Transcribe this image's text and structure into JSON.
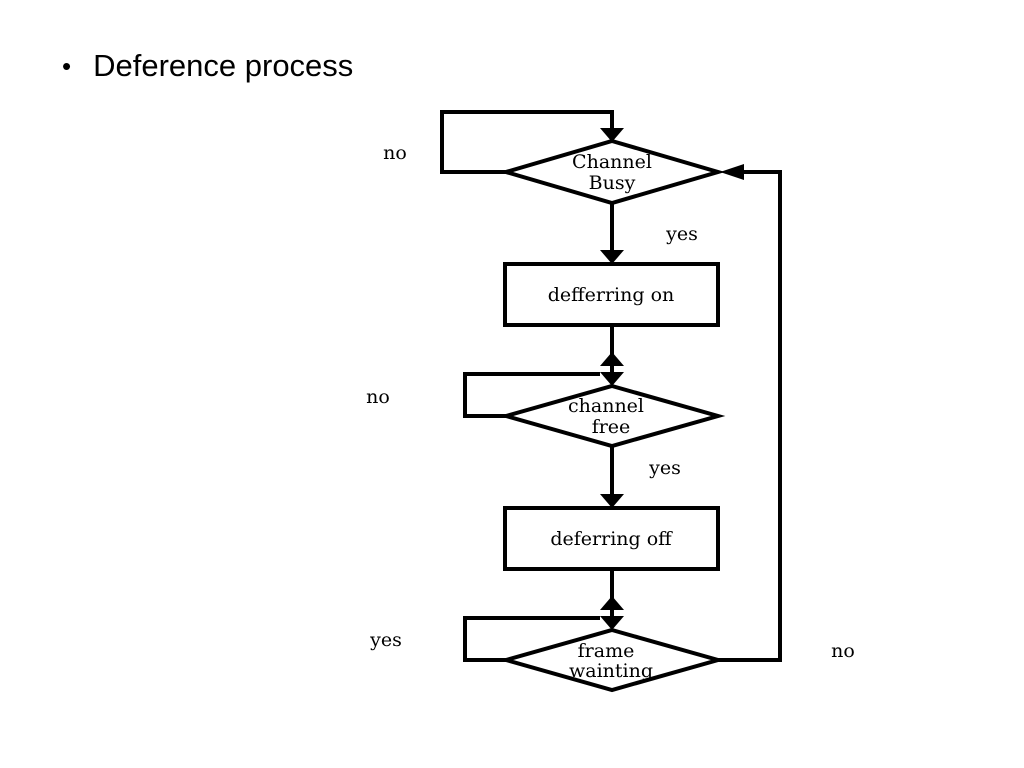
{
  "slide": {
    "bullet": "•",
    "heading": "Deference process"
  },
  "flowchart": {
    "nodes": {
      "channel_busy": [
        "Channel",
        "Busy"
      ],
      "deferring_on": "defferring on",
      "channel_free": [
        "channel",
        "free"
      ],
      "deferring_off": "deferring off",
      "frame_waiting": [
        "frame",
        "wainting"
      ]
    },
    "edges": {
      "busy_no": "no",
      "busy_yes": "yes",
      "free_no": "no",
      "free_yes": "yes",
      "frame_yes": "yes",
      "frame_no": "no"
    },
    "colors": {
      "stroke": "#000000",
      "background": "#ffffff"
    }
  }
}
